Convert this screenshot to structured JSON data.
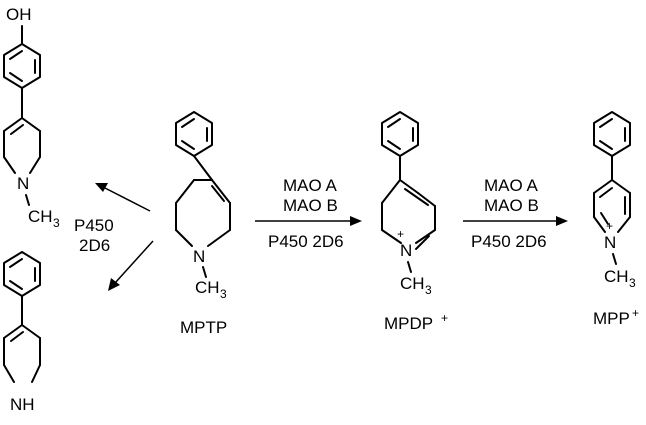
{
  "molecules": {
    "mptp": {
      "name": "MPTP",
      "n_label": "N",
      "methyl_main": "CH",
      "methyl_sub": "3"
    },
    "mpdp": {
      "name": "MPDP",
      "charge": "+",
      "n_label": "N",
      "methyl_main": "CH",
      "methyl_sub": "3",
      "name_charge": "+"
    },
    "mpp": {
      "name": "MPP",
      "charge": "+",
      "n_label": "N",
      "methyl_main": "CH",
      "methyl_sub": "3",
      "name_charge": "+"
    },
    "hydroxy_product": {
      "hydroxyl": "OH",
      "n_label": "N",
      "methyl_main": "CH",
      "methyl_sub": "3"
    },
    "demethyl_product": {
      "nh_label": "NH"
    }
  },
  "arrows": {
    "side": {
      "enzyme_line1": "P450",
      "enzyme_line2": "2D6"
    },
    "step1": {
      "enzyme_line1": "MAO A",
      "enzyme_line2": "MAO B",
      "enzyme_line3": "P450 2D6"
    },
    "step2": {
      "enzyme_line1": "MAO A",
      "enzyme_line2": "MAO B",
      "enzyme_line3": "P450 2D6"
    }
  }
}
